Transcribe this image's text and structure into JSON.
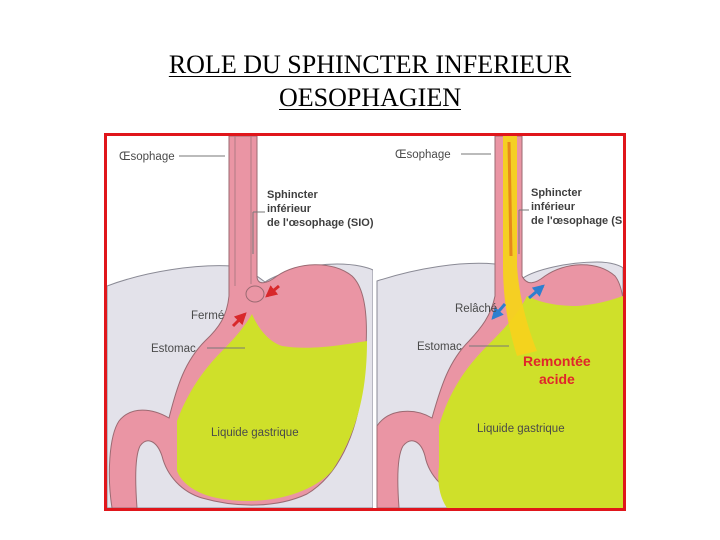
{
  "title": {
    "line1": "ROLE DU SPHINCTER INFERIEUR",
    "line2": "OESOPHAGIEN"
  },
  "colors": {
    "frame": "#e0161b",
    "background_tissue": "#e3e2ea",
    "stomach_wall": "#ea95a4",
    "gastric_liquid": "#cfe02a",
    "acid_flow": "#f5d21c",
    "arrow_red": "#d8282b",
    "arrow_blue": "#2d7fcf",
    "label_line": "#777777"
  },
  "panel_left": {
    "oesophagus": "Œsophage",
    "sphincter_line1": "Sphincter",
    "sphincter_line2": "inférieur",
    "sphincter_line3": "de l'œsophage (SIO)",
    "state": "Fermé",
    "stomach": "Estomac",
    "liquid": "Liquide gastrique",
    "arrow_icon": "red-arrows-closing"
  },
  "panel_right": {
    "oesophagus": "Œsophage",
    "sphincter_line1": "Sphincter",
    "sphincter_line2": "inférieur",
    "sphincter_line3": "de l'œsophage (S",
    "state": "Relâché",
    "stomach": "Estomac",
    "reflux_line1": "Remontée",
    "reflux_line2": "acide",
    "liquid": "Liquide gastrique",
    "arrow_icon": "blue-arrows-opening"
  }
}
